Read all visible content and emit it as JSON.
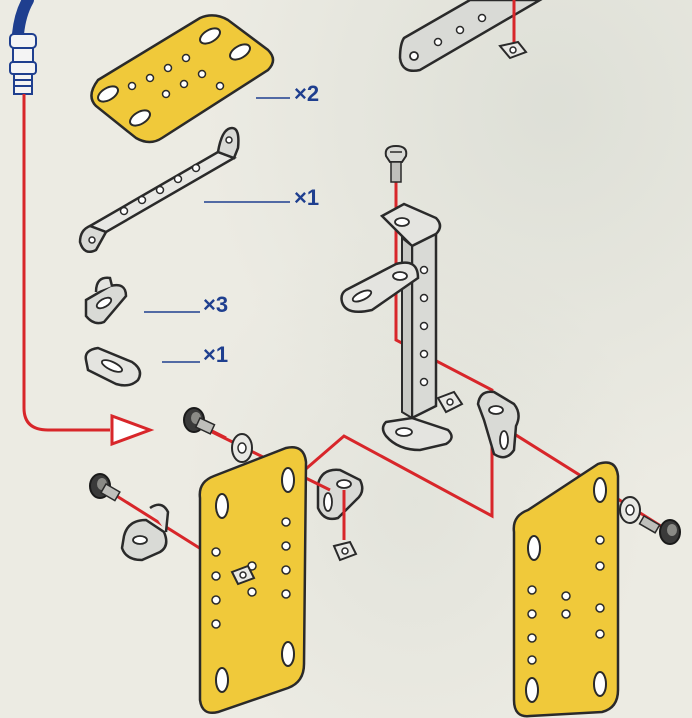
{
  "quantities": {
    "flexible_plate": "×2",
    "double_bent_strip": "×1",
    "angle_bracket": "×3",
    "slotted_strip": "×1"
  },
  "colors": {
    "plate_yellow": "#f0c93a",
    "plate_outline": "#2a2a2a",
    "guide_line_red": "#d8262a",
    "label_blue": "#1f3f8f",
    "metal_grey": "#d9dad6",
    "background": "#ecebe3"
  }
}
